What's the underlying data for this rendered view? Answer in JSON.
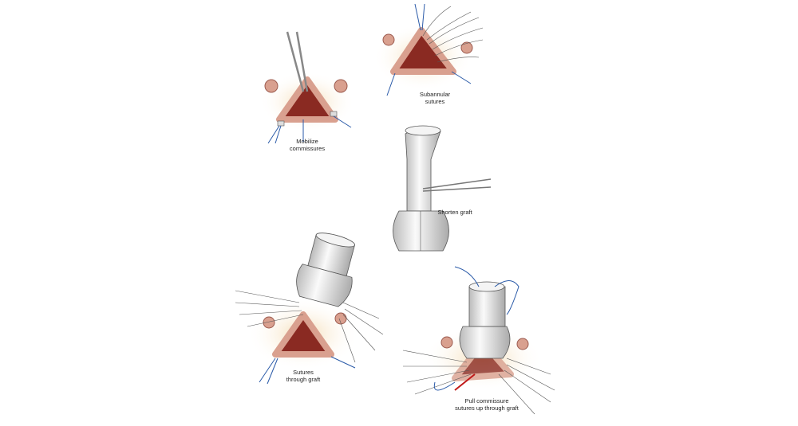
{
  "title": "Valve-sparing aortic root replacement steps",
  "panels": [
    {
      "id": "mobilize",
      "label": "Mobilize\ncommissures"
    },
    {
      "id": "subannular",
      "label": "Subannular\nsutures"
    },
    {
      "id": "shorten",
      "label": "Shorten graft"
    },
    {
      "id": "sutures-graft",
      "label": "Sutures\nthrough graft"
    },
    {
      "id": "pull",
      "label": "Pull commissure\nsutures up through graft"
    }
  ],
  "colors": {
    "tissue": "#d9a08f",
    "tissue_dark": "#8a2a22",
    "halo": "#f3d7a8",
    "suture_blue": "#2a5aa8",
    "graft": "#eeeeee"
  }
}
